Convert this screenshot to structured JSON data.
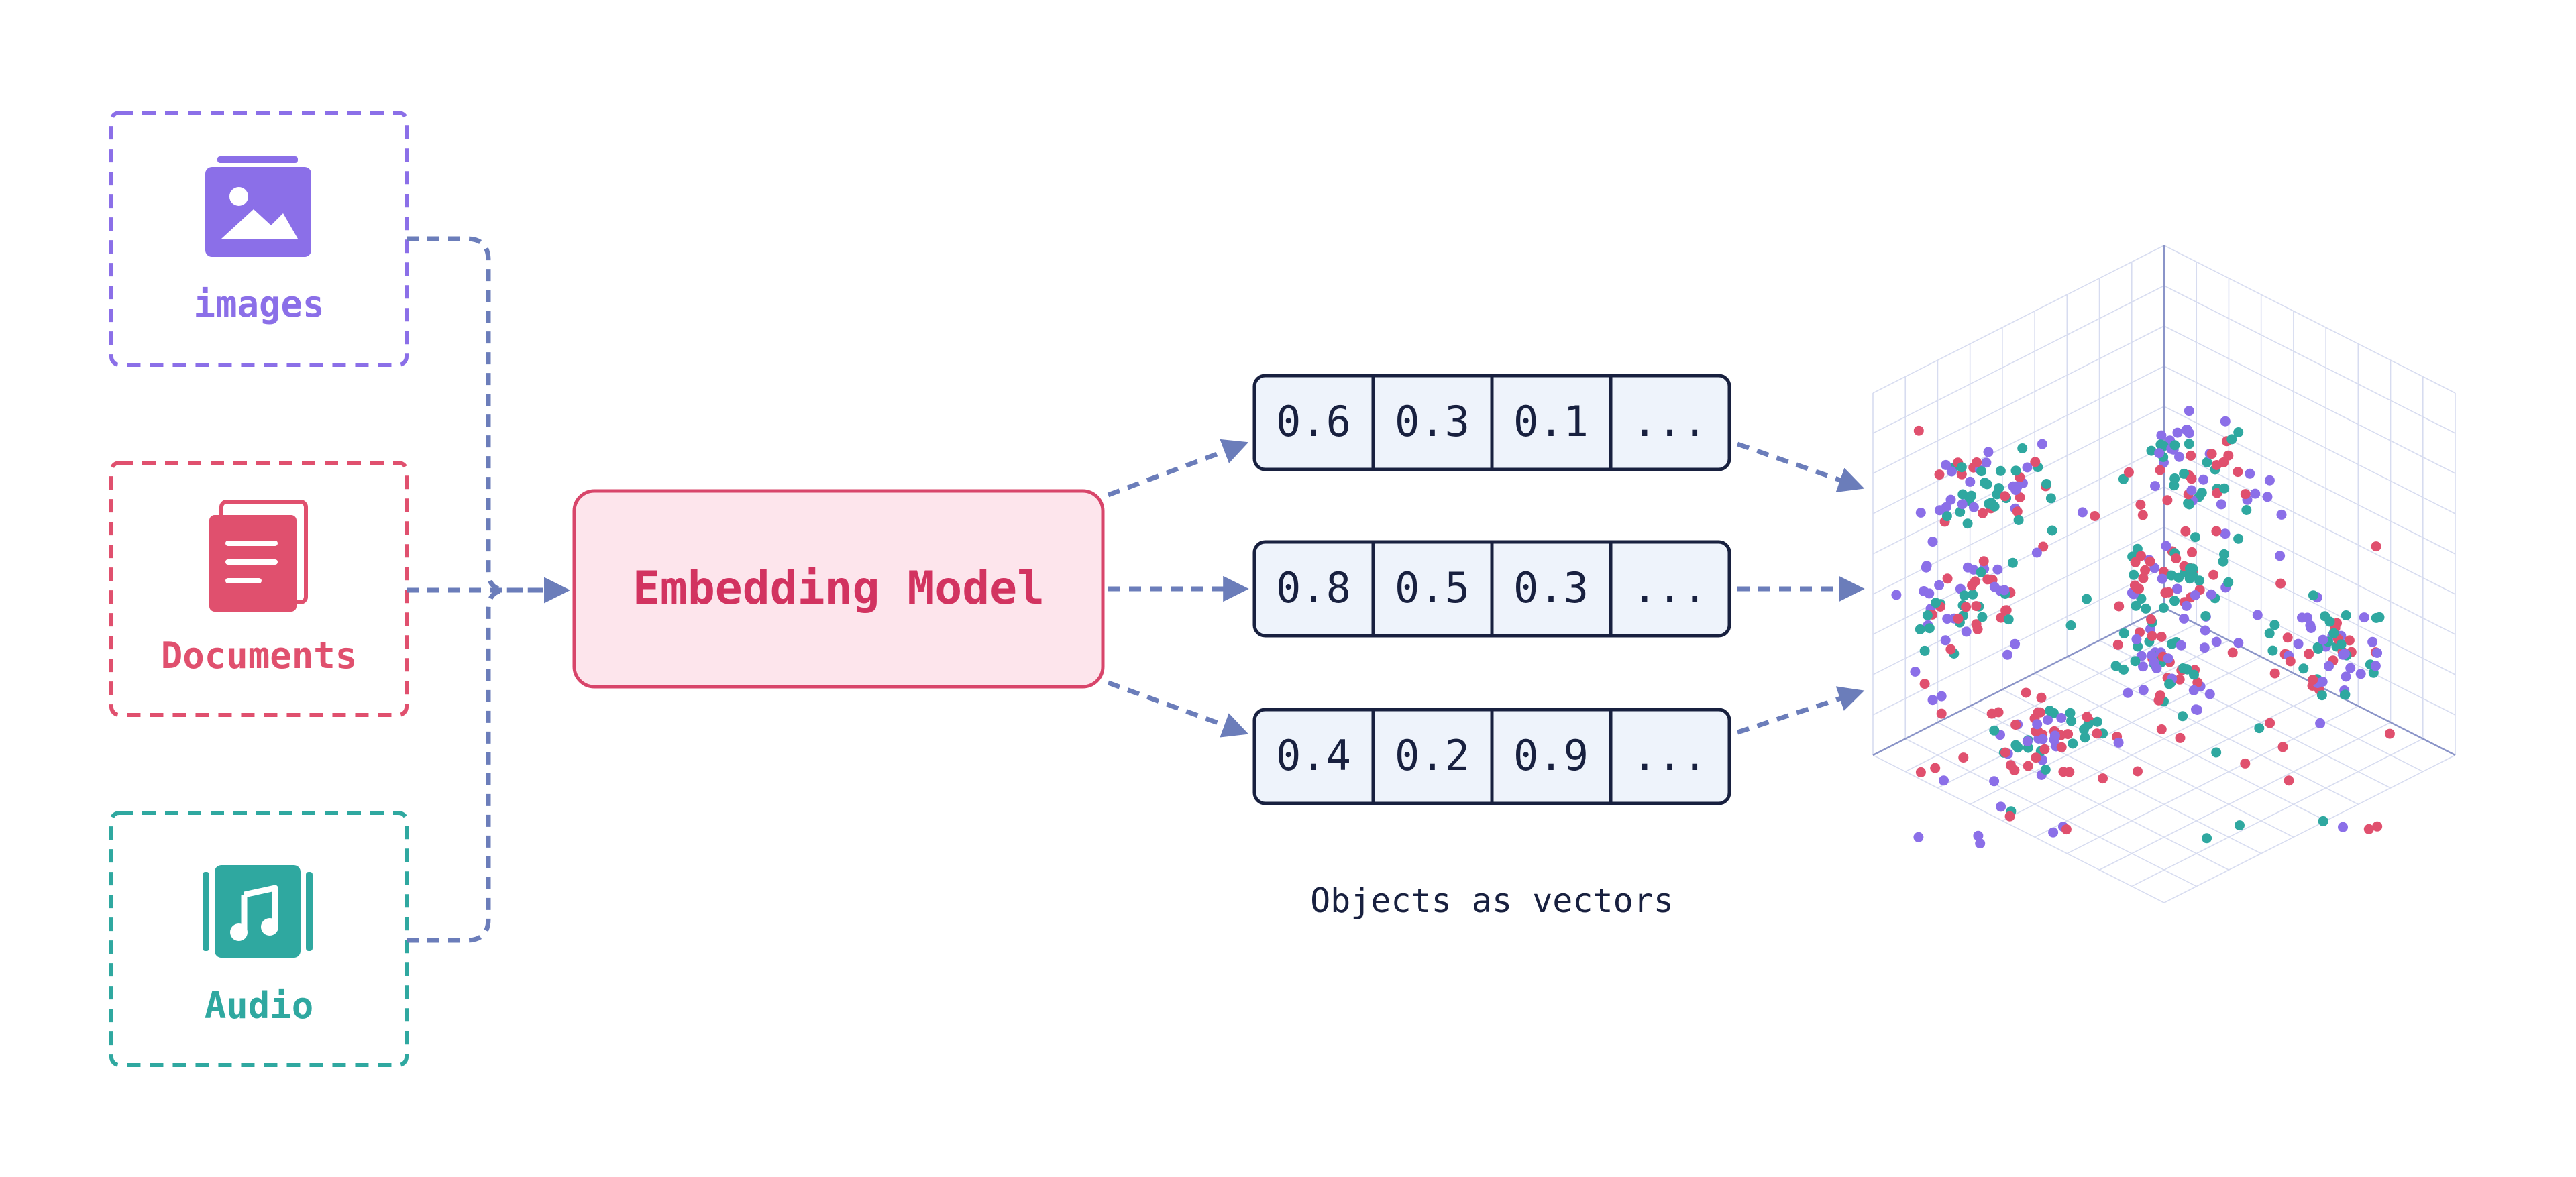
{
  "colors": {
    "images": "#8B6FE8",
    "documents": "#E0506E",
    "audio": "#2FA8A0",
    "connector": "#6B7DBA",
    "model_fill": "#FDE5EC",
    "model_stroke": "#D8456A",
    "model_text": "#D23360",
    "vector_fill": "#EEF3FB",
    "vector_stroke": "#18203F",
    "vector_text": "#18203F",
    "grid": "#D7DCF0",
    "grid_axis": "#8A94C8"
  },
  "inputs": [
    {
      "id": "images",
      "label": "images",
      "icon": "image-icon"
    },
    {
      "id": "documents",
      "label": "Documents",
      "icon": "document-icon"
    },
    {
      "id": "audio",
      "label": "Audio",
      "icon": "music-icon"
    }
  ],
  "model": {
    "label": "Embedding Model"
  },
  "vectors": [
    [
      "0.6",
      "0.3",
      "0.1",
      "..."
    ],
    [
      "0.8",
      "0.5",
      "0.3",
      "..."
    ],
    [
      "0.4",
      "0.2",
      "0.9",
      "..."
    ]
  ],
  "vectors_caption": "Objects as vectors",
  "vector_space": {
    "icon": "3d-vector-space-scatter"
  }
}
